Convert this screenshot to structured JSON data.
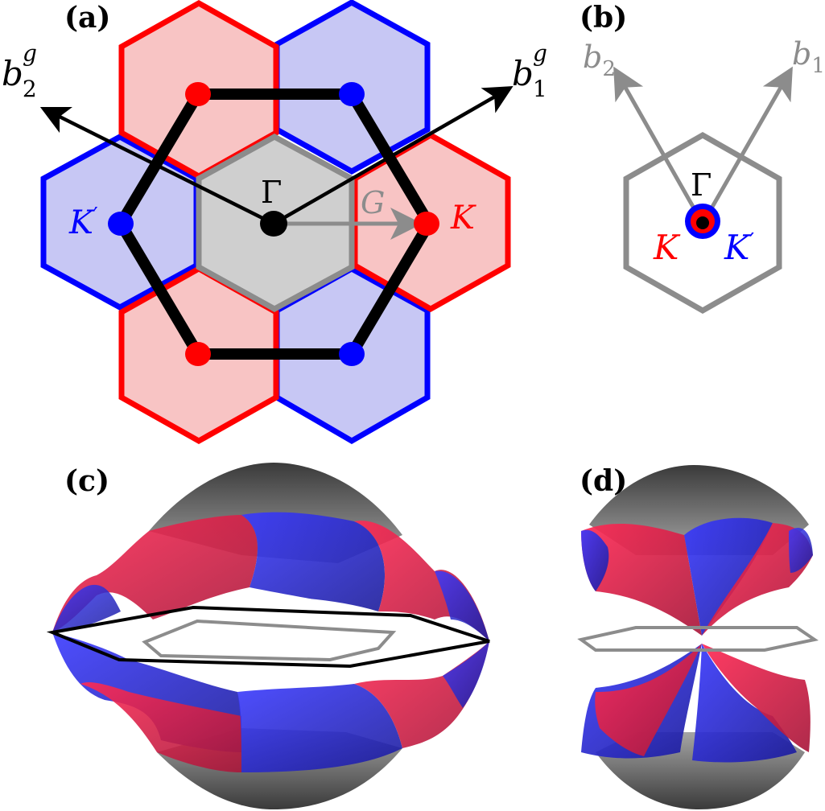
{
  "panels": {
    "a": {
      "label": "(a)"
    },
    "b": {
      "label": "(b)"
    },
    "c": {
      "label": "(c)"
    },
    "d": {
      "label": "(d)"
    }
  },
  "labels": {
    "b2g_base": "b",
    "b2g_sub": "2",
    "b2g_sup": "g",
    "b1g_base": "b",
    "b1g_sub": "1",
    "b1g_sup": "g",
    "b2_base": "b",
    "b2_sub": "2",
    "b1_base": "b",
    "b1_sub": "1",
    "gamma": "Γ",
    "gamma_b": "Γ",
    "G": "G",
    "K": "K",
    "Kprime_base": "K",
    "Kprime_mark": "′",
    "K_b": "K",
    "Kprime_b_base": "K",
    "Kprime_b_mark": "′"
  },
  "colors": {
    "red": "#ff0000",
    "blue": "#0000ff",
    "red_fill": "#f8c4c4",
    "blue_fill": "#c7c7f4",
    "gray": "#8c8c8c",
    "gray_fill": "#cfcfcf",
    "black": "#000000"
  }
}
